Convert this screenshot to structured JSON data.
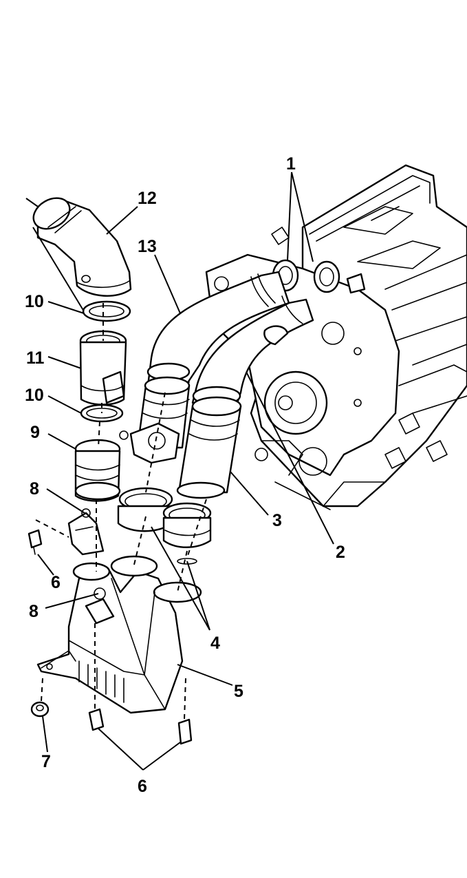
{
  "diagram": {
    "callouts": [
      {
        "id": "c1",
        "text": "1"
      },
      {
        "id": "c2",
        "text": "2"
      },
      {
        "id": "c3",
        "text": "3"
      },
      {
        "id": "c4",
        "text": "4"
      },
      {
        "id": "c5",
        "text": "5"
      },
      {
        "id": "c6a",
        "text": "6"
      },
      {
        "id": "c6b",
        "text": "6"
      },
      {
        "id": "c7",
        "text": "7"
      },
      {
        "id": "c8a",
        "text": "8"
      },
      {
        "id": "c8b",
        "text": "8"
      },
      {
        "id": "c9",
        "text": "9"
      },
      {
        "id": "c10a",
        "text": "10"
      },
      {
        "id": "c10b",
        "text": "10"
      },
      {
        "id": "c11",
        "text": "11"
      },
      {
        "id": "c12",
        "text": "12"
      },
      {
        "id": "c13",
        "text": "13"
      }
    ]
  }
}
